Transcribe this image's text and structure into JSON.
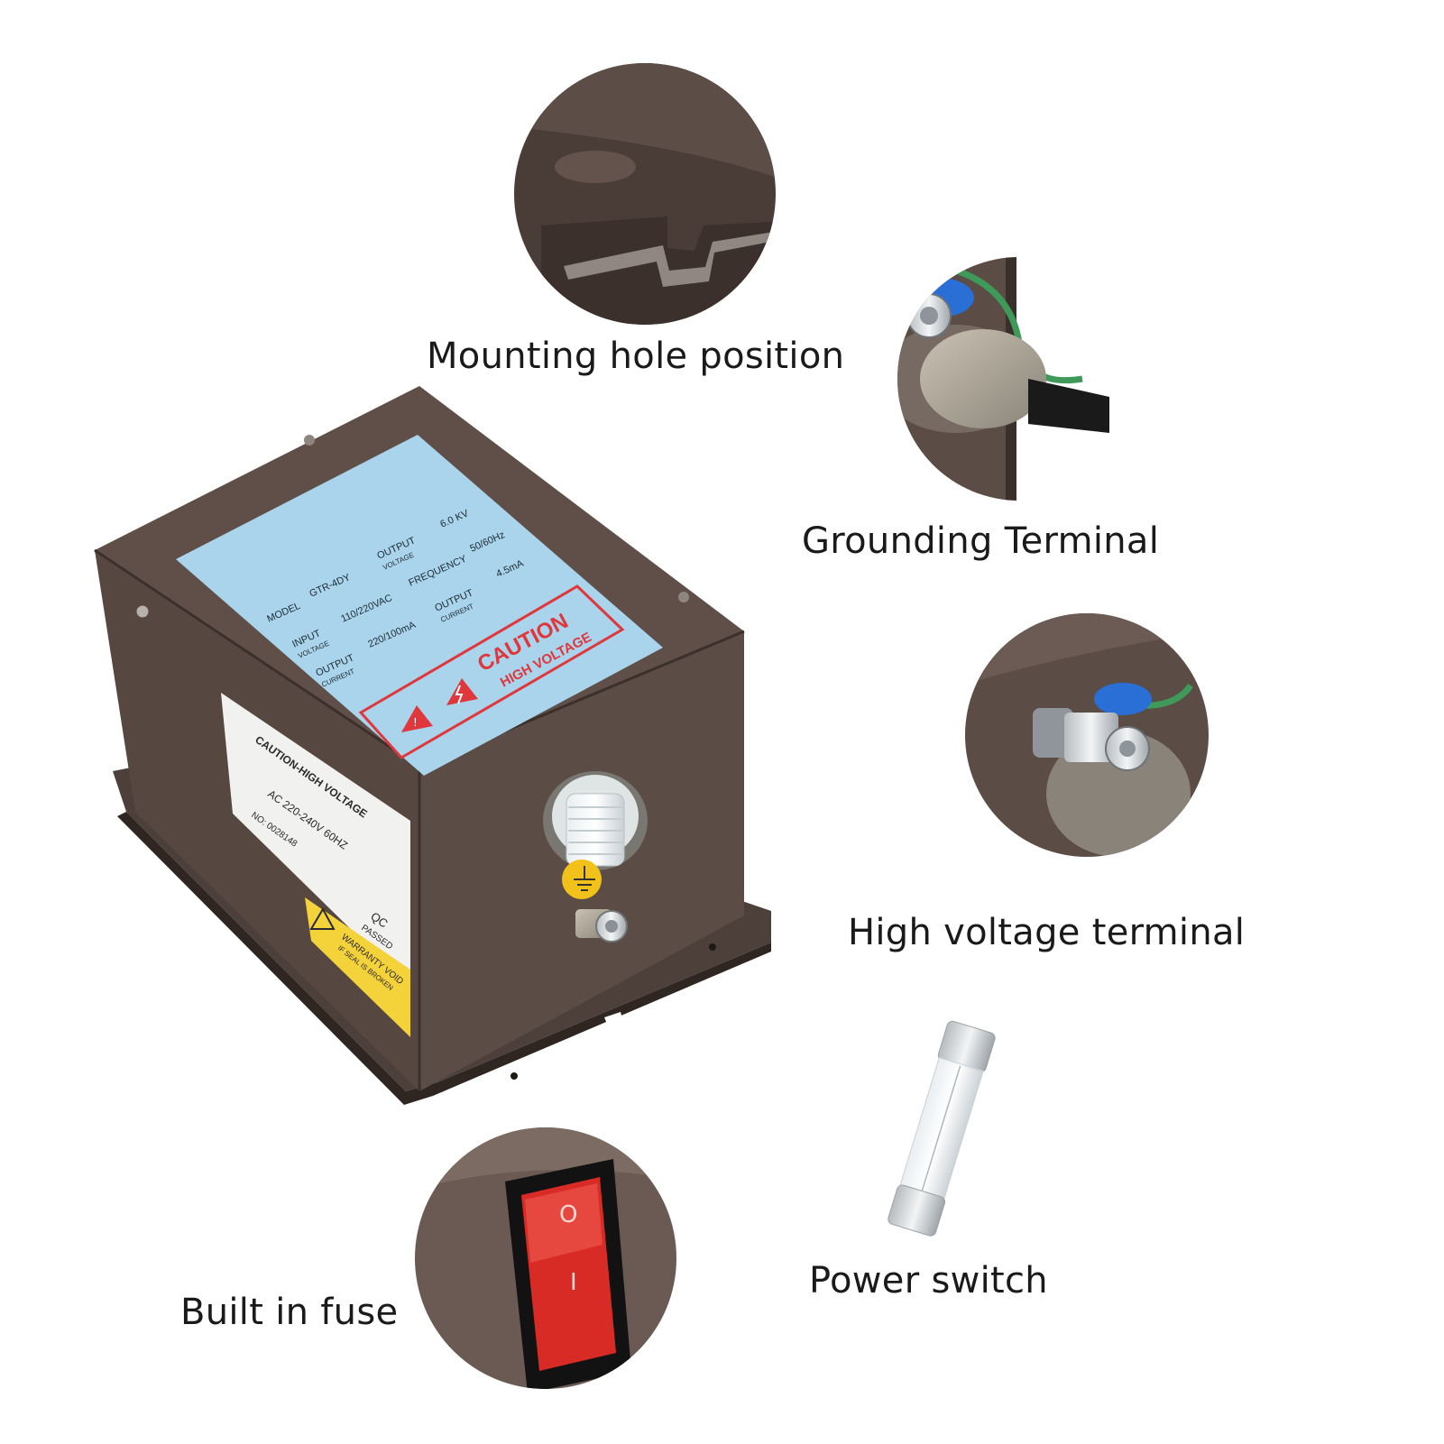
{
  "callouts": {
    "mounting_hole": "Mounting hole  position",
    "grounding_terminal": "Grounding  Terminal",
    "high_voltage_terminal": "High voltage terminal",
    "power_switch": "Power switch",
    "built_in_fuse": "Built in fuse"
  },
  "nameplate": {
    "model_key": "MODEL",
    "model_val": "GTR-4DY",
    "input_key_1": "INPUT",
    "input_key_2": "VOLTAGE",
    "input_val": "110/220VAC",
    "out_current_key_1": "OUTPUT",
    "out_current_key_2": "CURRENT",
    "out_current_val": "220/100mA",
    "out_voltage_key_1": "OUTPUT",
    "out_voltage_key_2": "VOLTAGE",
    "out_voltage_val": "6.0 KV",
    "frequency_key": "FREQUENCY",
    "frequency_val": "50/60Hz",
    "out_current2_key_1": "OUTPUT",
    "out_current2_key_2": "CURRENT",
    "out_current2_val": "4.5mA",
    "caution": "CAUTION",
    "high_voltage": "HIGH VOLTAGE"
  },
  "side_label": {
    "title": "CAUTION-HIGH VOLTAGE",
    "rating": "AC 220-240V 60HZ",
    "serial": "NO: 0028148",
    "qc": "QC",
    "passed": "PASSED",
    "warranty_1": "WARRANTY VOID",
    "warranty_2": "IF SEAL IS BROKEN"
  },
  "switch": {
    "mark_top": "O",
    "mark_bottom": "I"
  },
  "colors": {
    "housing": "#5a4b44",
    "housing_dark": "#3f332e",
    "nameplate_blue": "#a9d4ec",
    "caution_red": "#e0373c",
    "switch_red": "#d92b26",
    "ground_yellow": "#f2c21a",
    "wire_green": "#3f9a5a",
    "terminal_blue": "#2a6fd6"
  },
  "icons": [
    "warning-triangle-icon",
    "lightning-triangle-icon",
    "ground-symbol-icon"
  ]
}
